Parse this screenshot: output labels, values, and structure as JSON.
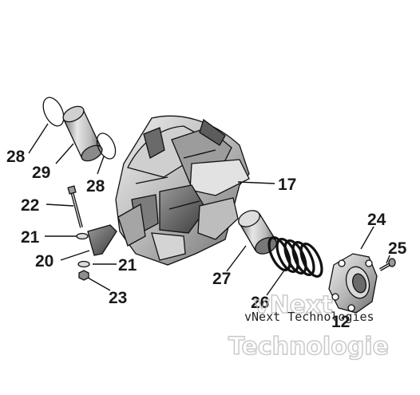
{
  "callouts": {
    "c17": "17",
    "c20": "20",
    "c21a": "21",
    "c21b": "21",
    "c22": "22",
    "c23": "23",
    "c24": "24",
    "c25": "25",
    "c26": "26",
    "c27": "27",
    "c28a": "28",
    "c28b": "28",
    "c29": "29",
    "c12": "12"
  },
  "watermark": {
    "small_text": "vNext Technologies",
    "large_line1": "vNext",
    "large_line2": "Technologie"
  },
  "colors": {
    "ink": "#111111",
    "metal_light": "#d9d9d9",
    "metal_mid": "#a9a9a9",
    "metal_dark": "#5e5e5e",
    "watermark": "#bcbcbc"
  }
}
